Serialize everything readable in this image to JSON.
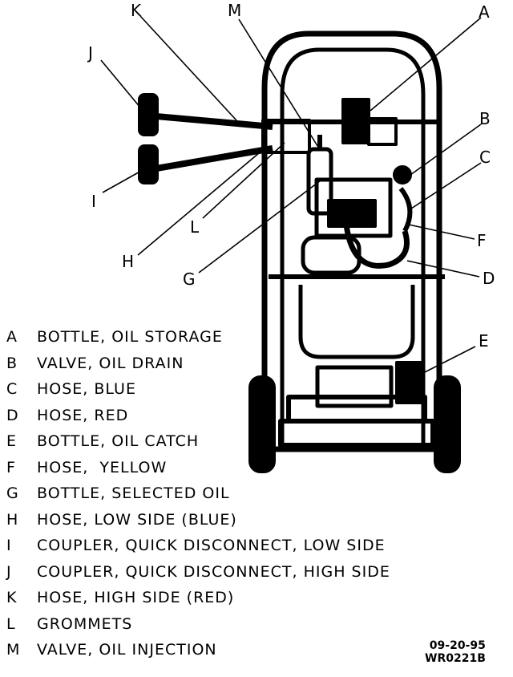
{
  "callouts": [
    "A",
    "B",
    "C",
    "D",
    "E",
    "F",
    "G",
    "H",
    "I",
    "J",
    "K",
    "L",
    "M"
  ],
  "legend": [
    {
      "letter": "A",
      "desc": "BOTTLE, OIL STORAGE"
    },
    {
      "letter": "B",
      "desc": "VALVE, OIL DRAIN"
    },
    {
      "letter": "C",
      "desc": "HOSE, BLUE"
    },
    {
      "letter": "D",
      "desc": "HOSE, RED"
    },
    {
      "letter": "E",
      "desc": "BOTTLE, OIL CATCH"
    },
    {
      "letter": "F",
      "desc": "HOSE,  YELLOW"
    },
    {
      "letter": "G",
      "desc": "BOTTLE, SELECTED OIL"
    },
    {
      "letter": "H",
      "desc": "HOSE, LOW SIDE (BLUE)"
    },
    {
      "letter": "I",
      "desc": "COUPLER, QUICK DISCONNECT, LOW SIDE"
    },
    {
      "letter": "J",
      "desc": "COUPLER, QUICK DISCONNECT, HIGH SIDE"
    },
    {
      "letter": "K",
      "desc": "HOSE, HIGH SIDE (RED)"
    },
    {
      "letter": "L",
      "desc": "GROMMETS"
    },
    {
      "letter": "M",
      "desc": "VALVE, OIL INJECTION"
    }
  ],
  "doc_code": {
    "date": "09-20-95",
    "ref": "WR0221B"
  }
}
